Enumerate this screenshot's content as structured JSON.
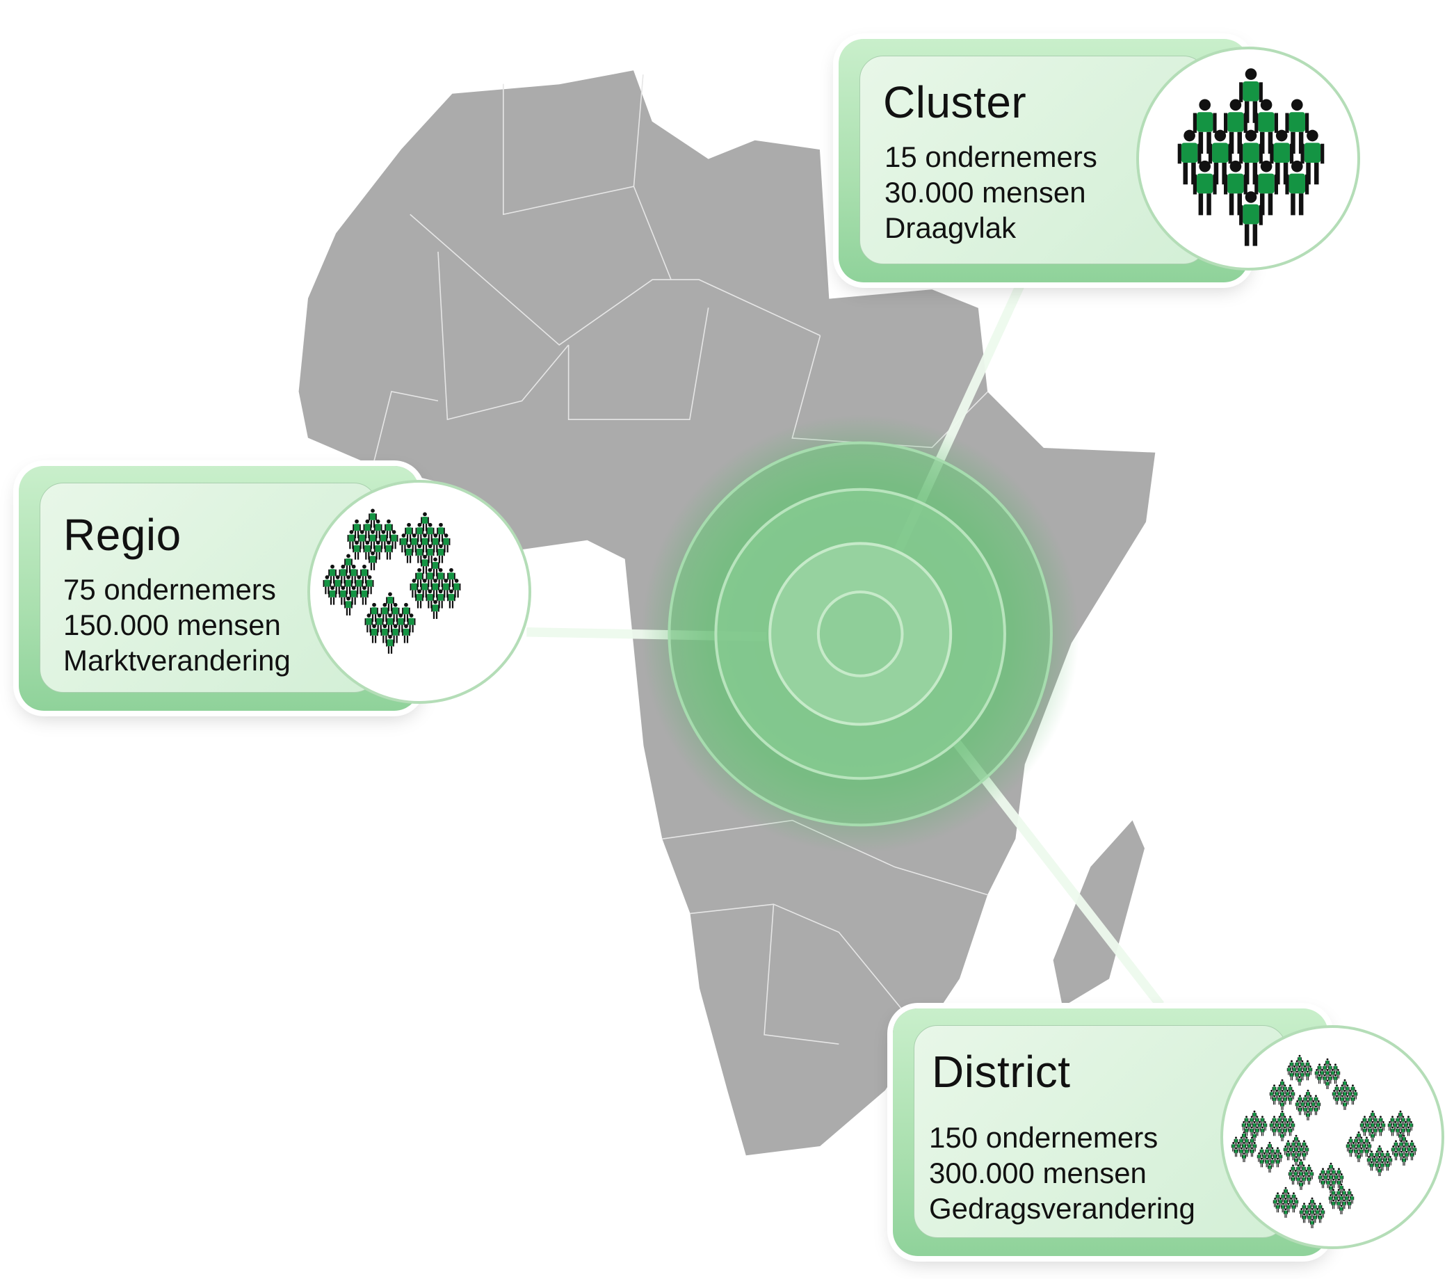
{
  "colors": {
    "map": "#a9a9a9",
    "accent": "#5cb96a",
    "shirt": "#149443",
    "figure": "#111111"
  },
  "cards": [
    {
      "id": "cluster",
      "title": "Cluster",
      "lines": [
        "15 ondernemers",
        "30.000 mensen",
        "Draagvlak"
      ]
    },
    {
      "id": "regio",
      "title": "Regio",
      "lines": [
        "75 ondernemers",
        "150.000 mensen",
        "Marktverandering"
      ]
    },
    {
      "id": "district",
      "title": "District",
      "lines": [
        "150 ondernemers",
        "300.000 mensen",
        "Gedragsverandering"
      ]
    }
  ]
}
